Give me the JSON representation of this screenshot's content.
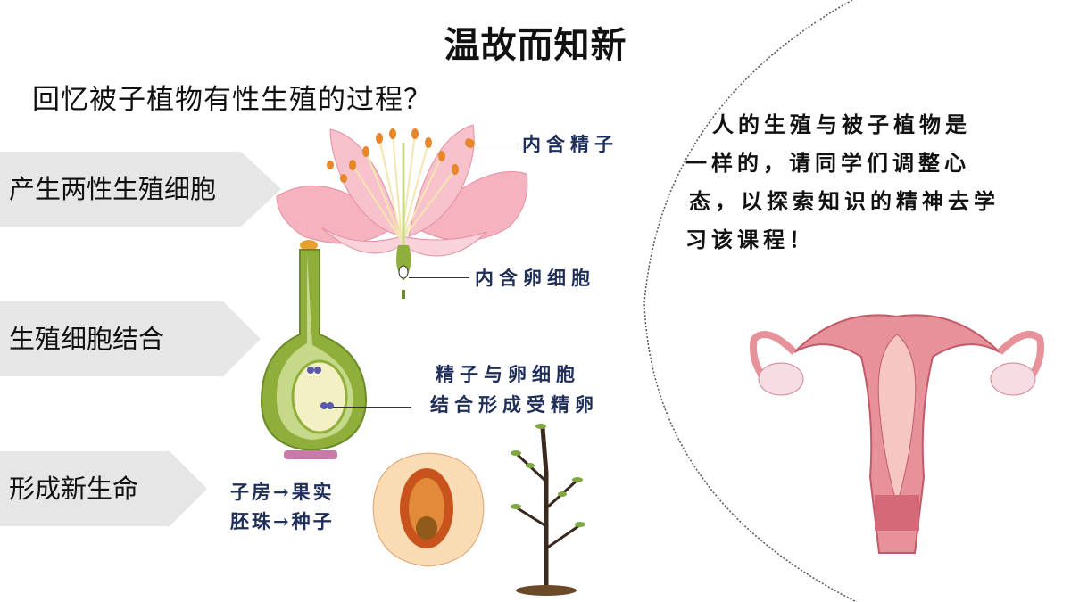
{
  "title": "温故而知新",
  "question": "回忆被子植物有性生殖的过程？",
  "steps": [
    {
      "label": "产生两性生殖细胞"
    },
    {
      "label": "生殖细胞结合"
    },
    {
      "label": "形成新生命"
    }
  ],
  "callouts": {
    "sperm": "内含精子",
    "egg": "内含卵细胞",
    "fertilization_line1": "精子与卵细胞",
    "fertilization_line2": "结合形成受精卵",
    "ovary_to_fruit": "子房→果实",
    "ovule_to_seed": "胚珠→种子"
  },
  "note": {
    "line1": "人的生殖与被子植物是",
    "line2": "一样的，请同学们调整心",
    "line3": "态，以探索知识的精神去学",
    "line4": "习该课程！"
  },
  "colors": {
    "step_bg": "#e6e6e6",
    "callout_text": "#1f2f5a",
    "petal": "#f2a6b4",
    "pistil": "#8fae3a",
    "uterus": "#e7929a"
  }
}
